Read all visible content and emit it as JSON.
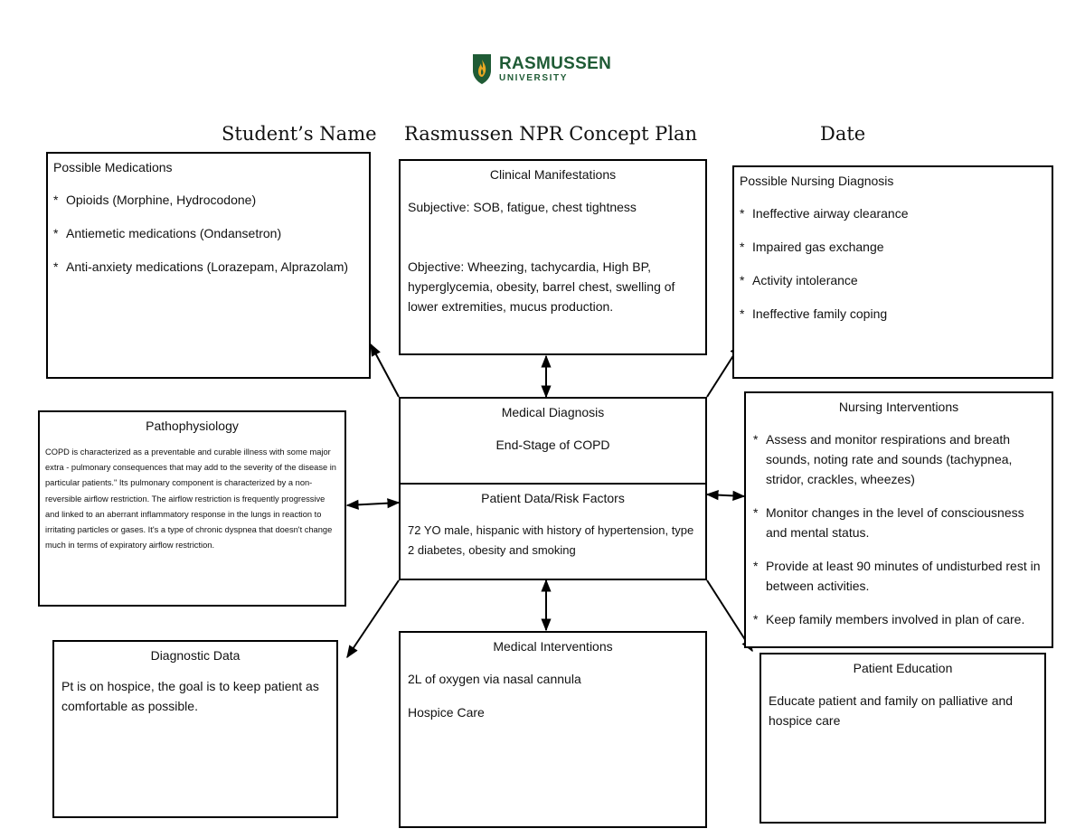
{
  "logo": {
    "line1": "RASMUSSEN",
    "line2": "UNIVERSITY",
    "icon": "flame-shield-icon",
    "colors": {
      "green": "#1f5b35",
      "gold": "#e8a823"
    }
  },
  "header": {
    "student_name": "Student’s Name",
    "title": "Rasmussen NPR Concept Plan",
    "date": "Date"
  },
  "possible_medications": {
    "title": "Possible Medications",
    "items": [
      "Opioids (Morphine, Hydrocodone)",
      "Antiemetic medications (Ondansetron)",
      "Anti-anxiety medications (Lorazepam, Alprazolam)"
    ]
  },
  "clinical_manifestations": {
    "title": "Clinical Manifestations",
    "subjective": "Subjective: SOB, fatigue, chest tightness",
    "objective": "Objective: Wheezing, tachycardia, High BP, hyperglycemia, obesity, barrel chest, swelling of lower extremities, mucus production."
  },
  "possible_nursing_diagnosis": {
    "title": "Possible Nursing Diagnosis",
    "items": [
      "Ineffective airway clearance",
      "Impaired gas exchange",
      "Activity intolerance",
      "Ineffective family coping"
    ]
  },
  "pathophysiology": {
    "title": "Pathophysiology",
    "text": "COPD is characterized as a preventable and curable illness with some major extra - pulmonary consequences that may add to the severity of the disease in particular patients.\" Its pulmonary component is characterized by a non-reversible airflow restriction. The airflow restriction is frequently progressive and linked to an aberrant inflammatory response in the lungs in reaction to irritating particles or gases. It's a type of chronic dyspnea that doesn't change much in terms of expiratory airflow restriction."
  },
  "medical_diagnosis": {
    "title": "Medical Diagnosis",
    "text": "End-Stage of COPD"
  },
  "patient_data": {
    "title": "Patient Data/Risk Factors",
    "text": "72 YO male, hispanic with history of hypertension, type 2 diabetes, obesity and smoking"
  },
  "nursing_interventions": {
    "title": "Nursing Interventions",
    "items": [
      "Assess and monitor respirations and breath sounds, noting rate and sounds (tachypnea, stridor, crackles, wheezes)",
      "Monitor changes in the level of consciousness and mental status.",
      "Provide at least 90 minutes of undisturbed rest in between activities.",
      "Keep family members involved in plan of care."
    ]
  },
  "diagnostic_data": {
    "title": "Diagnostic Data",
    "text": "Pt is on hospice, the goal is to keep patient as comfortable as possible."
  },
  "medical_interventions": {
    "title": "Medical Interventions",
    "items": [
      "2L of oxygen via nasal cannula",
      "Hospice Care"
    ]
  },
  "patient_education": {
    "title": "Patient Education",
    "text": "Educate patient and family on palliative and hospice care"
  }
}
